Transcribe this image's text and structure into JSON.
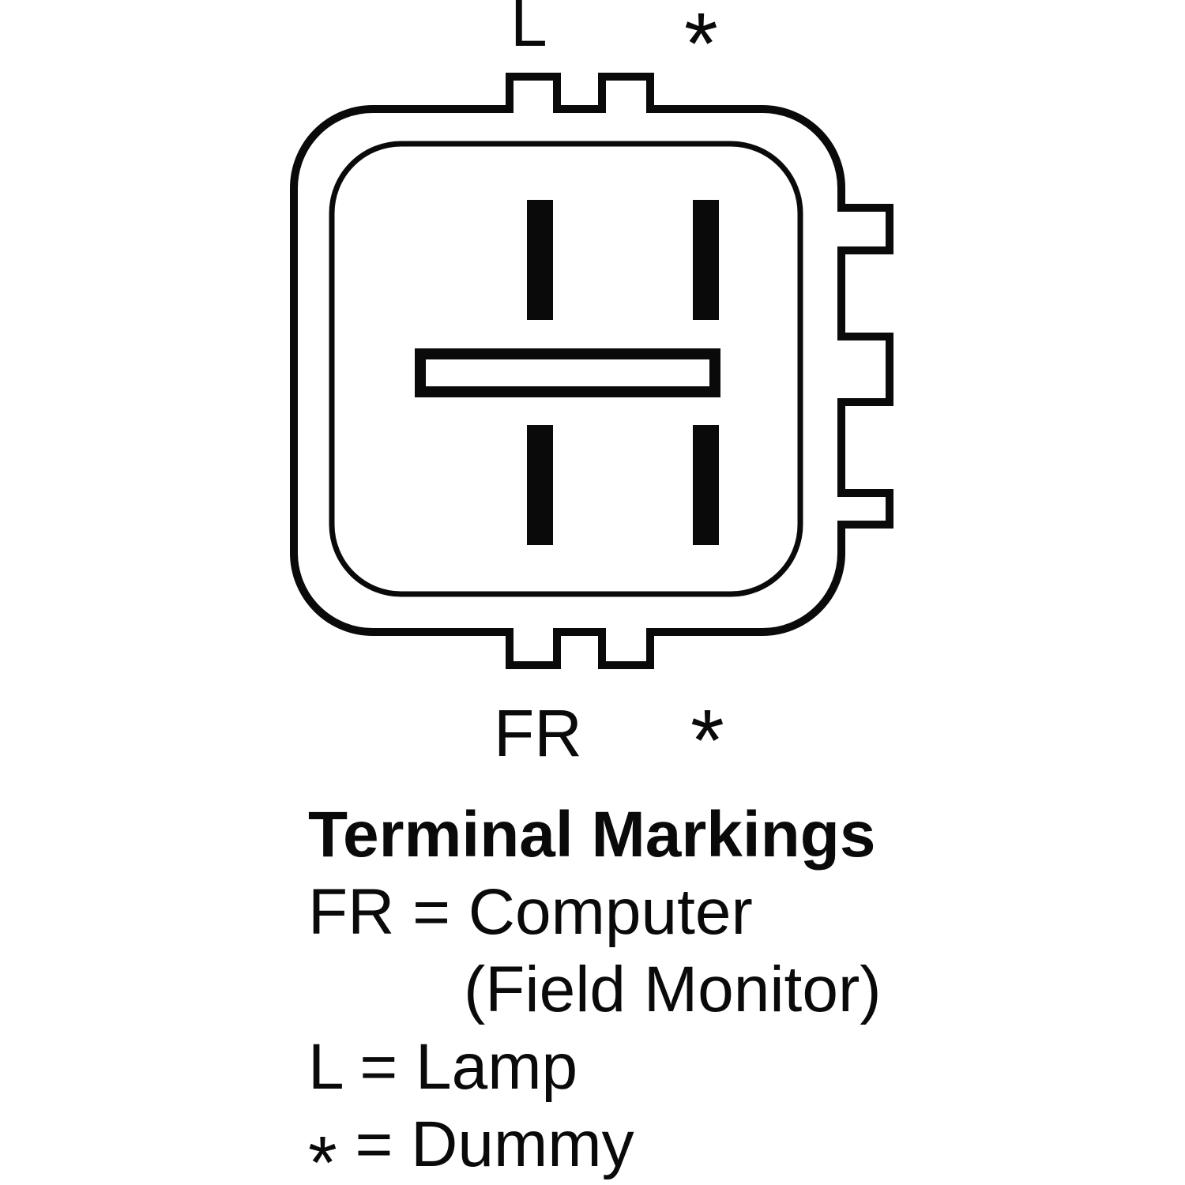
{
  "diagram": {
    "connector_labels": {
      "top": "L",
      "top_asterisk": "*",
      "bottom": "FR",
      "bottom_asterisk": "*"
    },
    "colors": {
      "line": "#0a0a0a",
      "background": "#ffffff"
    }
  },
  "legend": {
    "title": "Terminal Markings",
    "fr_line": "FR = Computer",
    "fr_line_cont": "(Field Monitor)",
    "lamp_line": "L = Lamp",
    "dummy_symbol": "*",
    "dummy_text": " = Dummy"
  }
}
